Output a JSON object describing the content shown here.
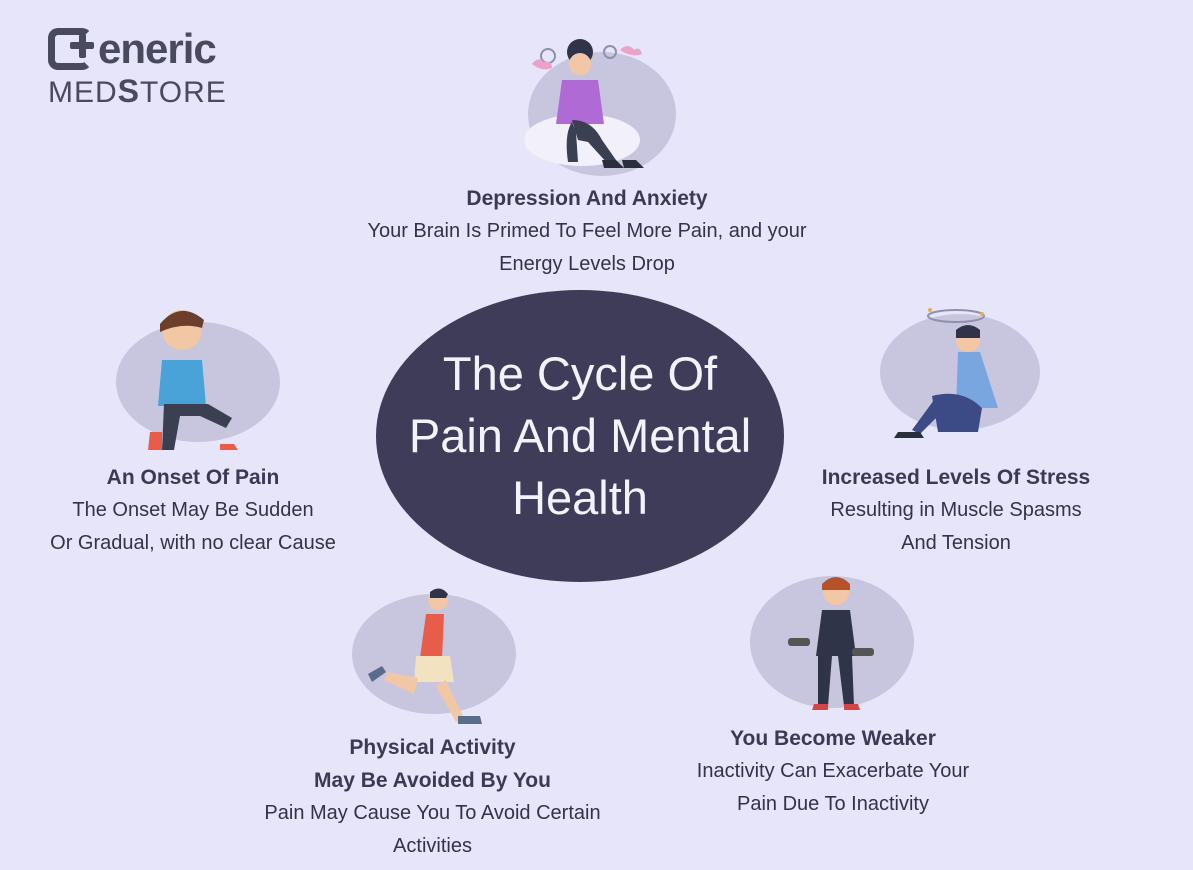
{
  "logo": {
    "line1": "eneric",
    "line2_a": "MED",
    "line2_b": "S",
    "line2_c": "TORE"
  },
  "center": {
    "title_line1": "The Cycle Of",
    "title_line2": "Pain And Mental",
    "title_line3": "Health"
  },
  "nodes": {
    "depression": {
      "title": "Depression And Anxiety",
      "line1": "Your Brain Is Primed To Feel More Pain, and your",
      "line2": "Energy Levels Drop"
    },
    "stress": {
      "title": "Increased Levels Of Stress",
      "line1": "Resulting in Muscle Spasms",
      "line2": "And Tension"
    },
    "weaker": {
      "title": "You Become Weaker",
      "line1": "Inactivity Can Exacerbate Your",
      "line2": "Pain Due To Inactivity"
    },
    "physical": {
      "title": "Physical Activity",
      "title2": "May Be Avoided By You",
      "line1": "Pain May Cause You To Avoid Certain",
      "line2": "Activities"
    },
    "onset": {
      "title": "An Onset Of Pain",
      "line1": "The Onset May Be Sudden",
      "line2": "Or Gradual, with no clear Cause"
    }
  },
  "colors": {
    "background": "#e6e5fa",
    "ellipse": "#3e3c58",
    "blob": "#c7c6de",
    "logo": "#4a4a5e"
  }
}
